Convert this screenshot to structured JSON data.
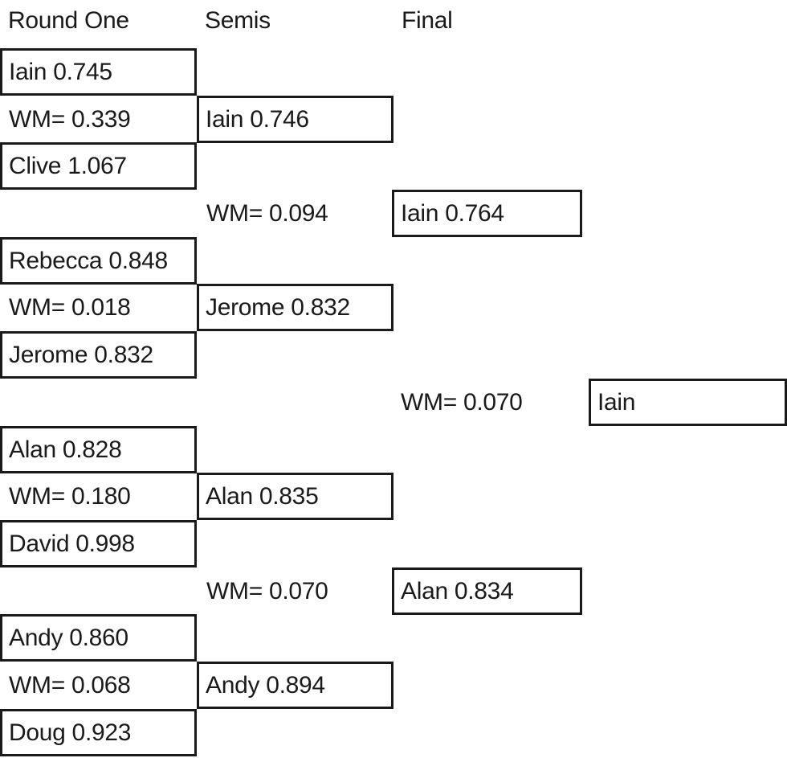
{
  "diagram_type": "tournament-bracket",
  "headers": {
    "round_one": "Round One",
    "semis": "Semis",
    "final": "Final"
  },
  "bracket": {
    "round_one": {
      "players": [
        "Iain 0.745",
        "Clive 1.067",
        "Rebecca 0.848",
        "Jerome 0.832",
        "Alan 0.828",
        "David 0.998",
        "Andy 0.860",
        "Doug 0.923"
      ],
      "wm_margins": [
        "WM= 0.339",
        "WM= 0.018",
        "WM= 0.180",
        "WM= 0.068"
      ]
    },
    "semis": {
      "players": [
        "Iain 0.746",
        "Jerome 0.832",
        "Alan 0.835",
        "Andy 0.894"
      ],
      "wm_margins": [
        "WM= 0.094",
        "WM= 0.070"
      ]
    },
    "final": {
      "players": [
        "Iain 0.764",
        "Alan 0.834"
      ],
      "wm_margins": [
        "WM= 0.070"
      ]
    },
    "winner": "Iain"
  },
  "colors": {
    "border": "#1a1a1a",
    "text": "#1a1a1a",
    "background": "#ffffff"
  }
}
